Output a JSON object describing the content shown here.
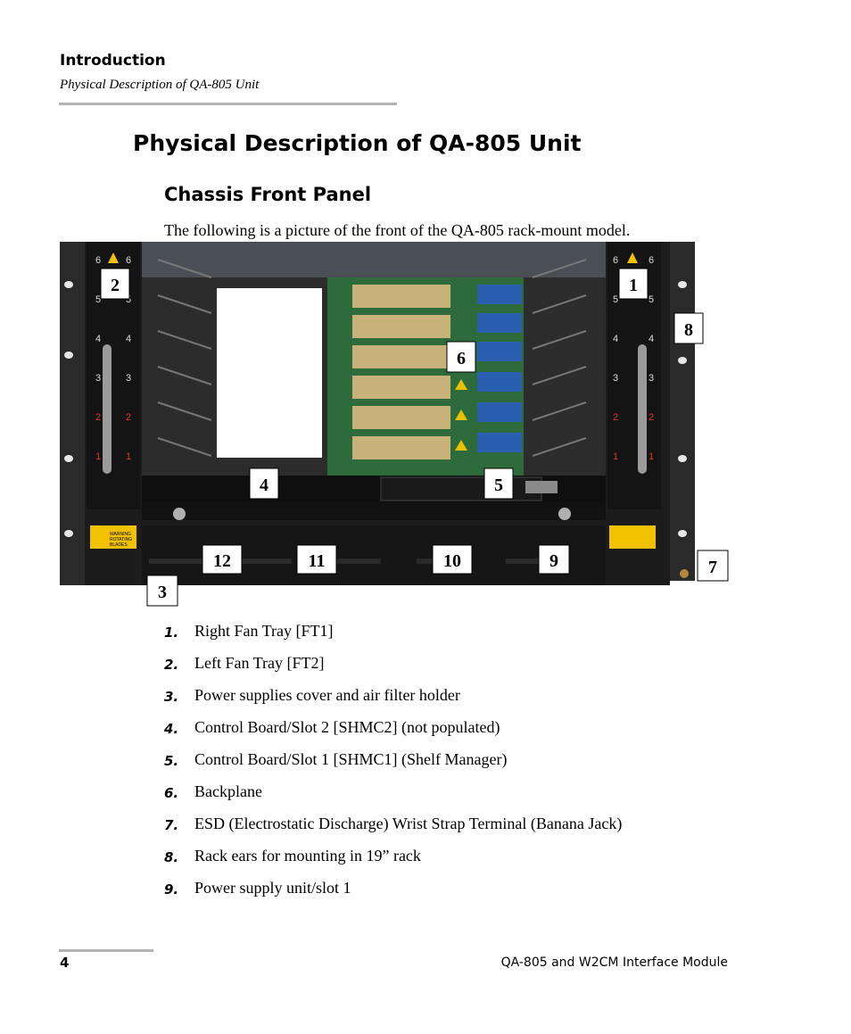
{
  "header": {
    "section": "Introduction",
    "subsection": "Physical Description of QA-805 Unit"
  },
  "title": "Physical Description of QA-805 Unit",
  "subtitle": "Chassis Front Panel",
  "intro": "The following is a picture of the front of the QA-805 rack-mount model.",
  "photo": {
    "callouts": [
      "1",
      "2",
      "3",
      "4",
      "5",
      "6",
      "7",
      "8",
      "9",
      "10",
      "11",
      "12"
    ],
    "fan_labels": [
      "6",
      "5",
      "4",
      "3",
      "2",
      "1"
    ],
    "warning_text": [
      "WARNING",
      "ROTATING",
      "BLADES"
    ],
    "colors": {
      "chassis": "#1c1c1c",
      "rail": "#3a3a3a",
      "backplane": "#2d6b3c",
      "connector": "#c9b27a",
      "blue_module": "#2a5fb0",
      "warning": "#f2c200"
    }
  },
  "items": [
    {
      "num": "1.",
      "text": "Right Fan Tray [FT1]"
    },
    {
      "num": "2.",
      "text": "Left Fan Tray [FT2]"
    },
    {
      "num": "3.",
      "text": "Power supplies cover and air filter holder"
    },
    {
      "num": "4.",
      "text": "Control Board/Slot 2 [SHMC2] (not populated)"
    },
    {
      "num": "5.",
      "text": "Control Board/Slot 1 [SHMC1] (Shelf Manager)"
    },
    {
      "num": "6.",
      "text": "Backplane"
    },
    {
      "num": "7.",
      "text": "ESD (Electrostatic Discharge) Wrist Strap Terminal (Banana Jack)"
    },
    {
      "num": "8.",
      "text": "Rack ears for mounting in 19” rack"
    },
    {
      "num": "9.",
      "text": "Power supply unit/slot 1"
    }
  ],
  "footer": {
    "page": "4",
    "doc_title": "QA-805 and W2CM Interface Module"
  }
}
